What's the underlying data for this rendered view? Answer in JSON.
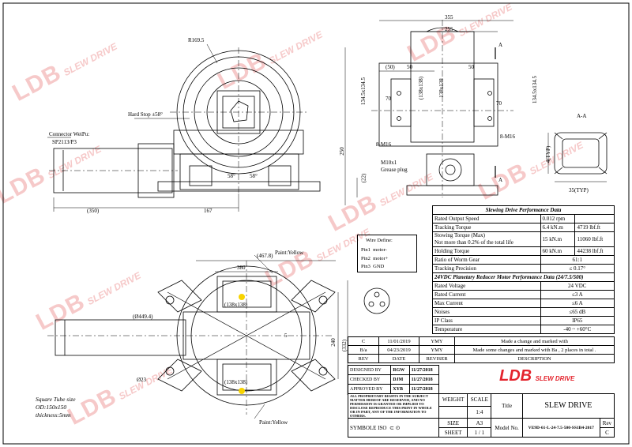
{
  "watermark": {
    "brand": "LDB",
    "sub": "SLEW DRIVE"
  },
  "dims": {
    "d355": "355",
    "d255": "255",
    "d50a": "(50)",
    "d50b": "50",
    "d50c": "50",
    "d70a": "70",
    "d70b": "70",
    "d138a": "(138x138)",
    "d138b": "138x138",
    "d1345a": "134.5x134.5",
    "d1345b": "134.5x134.5",
    "d250": "250",
    "d22": "(22)",
    "d350": "(350)",
    "d167": "167",
    "r1695": "R169.5",
    "d4678": "(467.8)",
    "d380": "380",
    "d240": "240",
    "d332": "(332)",
    "d4494": "(Ø449.4)",
    "d23": "Ø23",
    "d5": "5",
    "d138c": "(138x138)",
    "d138d": "(138x138)",
    "m16a": "8-M16",
    "m16b": "8-M16",
    "m10": "M10x1",
    "grease": "Grease plug",
    "aa": "A-A",
    "a1": "A",
    "a2": "A",
    "typ4": "4(TYP)",
    "typ35": "35(TYP)",
    "hardstop": "Hard Stop ±58°",
    "connector1": "Connector WeiPu:",
    "connector2": "SP2113/P3",
    "paint1": "Paint:Yellow",
    "paint2": "Paint:Yellow",
    "ang1": "58°",
    "ang2": "58°",
    "sqtube1": "Square Tube size",
    "sqtube2": "OD:150x150",
    "sqtube3": "thickness:5mm"
  },
  "wire": {
    "title": "Wire Define:",
    "pins": [
      {
        "pin": "Pin1",
        "desc": "motor-"
      },
      {
        "pin": "Pin2",
        "desc": "motor+"
      },
      {
        "pin": "Pin3",
        "desc": "GND"
      }
    ]
  },
  "perf": {
    "title": "Slewing Drive Performance Data",
    "rows": [
      {
        "label": "Rated Output Speed",
        "v1": "0.012 rpm",
        "v2": ""
      },
      {
        "label": "Tracking Torque",
        "v1": "6.4 kN.m",
        "v2": "4719 lbf.ft"
      },
      {
        "label": "Stowing Torque (Max)",
        "label2": "Not more than 0.2% of the total life",
        "v1": "15 kN.m",
        "v2": "11060 lbf.ft"
      },
      {
        "label": "Holding Torque",
        "v1": "60 kN.m",
        "v2": "44238 lbf.ft"
      },
      {
        "label": "Ratio of Worm Gear",
        "v1": "61:1",
        "v2": ""
      },
      {
        "label": "Tracking Precision",
        "v1": "≤ 0.17°",
        "v2": ""
      }
    ],
    "motor_title": "24VDC Planetary Reducer Motor Performance Data  (24/7.5/500)",
    "motor_rows": [
      {
        "label": "Rated Voltage",
        "v": "24 VDC"
      },
      {
        "label": "Rated Current",
        "v": "≤3 A"
      },
      {
        "label": "Max Current",
        "v": "≤6 A"
      },
      {
        "label": "Noises",
        "v": "≤65 dB"
      },
      {
        "label": "IP Class",
        "v": "IP65"
      },
      {
        "label": "Temperature",
        "v": "-40 ~ +60°C"
      }
    ]
  },
  "revisions": {
    "rows": [
      {
        "rev": "C",
        "date": "11/01/2019",
        "reviser": "YMY",
        "desc": "Made a change and marked with"
      },
      {
        "rev": "B/a",
        "date": "04/23/2019",
        "reviser": "YMY",
        "desc": "Made some changes and marked with  Ba  , 2 places in total ."
      }
    ],
    "headers": {
      "rev": "REV",
      "date": "DATE",
      "reviser": "REVISER",
      "desc": "DESCRIPTION"
    }
  },
  "signoff": [
    {
      "label": "DESIGNED BY",
      "name": "RGW",
      "date": "11/27/2018"
    },
    {
      "label": "CHECKED BY",
      "name": "DJM",
      "date": "11/27/2018"
    },
    {
      "label": "APPROVED BY",
      "name": "XYB",
      "date": "11/27/2018"
    }
  ],
  "logo": {
    "text": "LDB",
    "sub": "SLEW DRIVE"
  },
  "title_block": {
    "notice": "ALL PROPRIETARY RIGHTS IN THE SUBJECT MATTER HEREOF ARE RESERVED, AND NO PERMISSION IS GRANTED OR IMPLIED TO DISCLOSE REPRODUCE THIS PRINT IN WHOLE OR IN PART, ANY OF THE INFORMATION TO OTHERS.",
    "weight": "WEIGHT",
    "scale": "SCALE",
    "scale_val": "1:4",
    "title_label": "Title",
    "title_val": "SLEW DRIVE",
    "size": "SIZE",
    "size_val": "A3",
    "sheet": "SHEET",
    "sheet_val": "1 / 1",
    "model_label": "Model No.",
    "model_val": "VE9D-61-L-24-7.5-500-SS1B4-2017",
    "rev_label": "Rev",
    "rev_val": "C",
    "symbol": "SYMBOLE ISO"
  }
}
